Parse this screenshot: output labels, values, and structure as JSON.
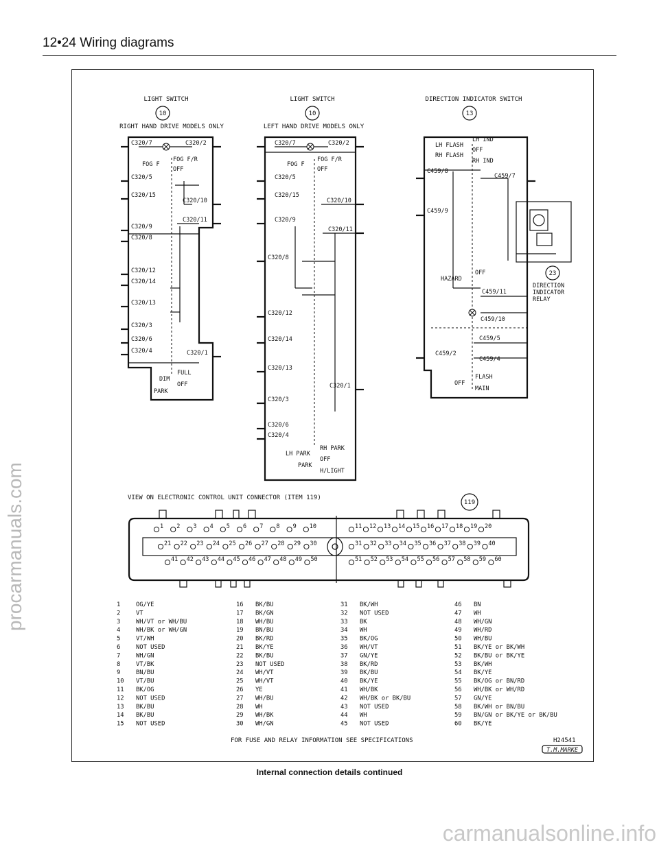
{
  "header": {
    "page_ref": "12•24",
    "section": "Wiring diagrams"
  },
  "caption": "Internal connection details continued",
  "watermarks": {
    "side": "procarmanuals.com",
    "footer": "carmanualsonline.info"
  },
  "panels": {
    "light_switch_rhd": {
      "title": "LIGHT SWITCH",
      "item": "10",
      "subtitle": "RIGHT HAND DRIVE MODELS ONLY",
      "labels": [
        "C320/7",
        "C320/2",
        "FOG F/R",
        "FOG F",
        "OFF",
        "C320/5",
        "C320/15",
        "C320/10",
        "C320/11",
        "C320/9",
        "C320/8",
        "C320/12",
        "C320/14",
        "C320/13",
        "C320/3",
        "C320/6",
        "C320/4",
        "C320/1",
        "FULL",
        "DIM",
        "OFF",
        "PARK"
      ]
    },
    "light_switch_lhd": {
      "title": "LIGHT SWITCH",
      "item": "10",
      "subtitle": "LEFT HAND DRIVE MODELS ONLY",
      "labels": [
        "C320/7",
        "C320/2",
        "FOG F/R",
        "FOG F",
        "OFF",
        "C320/5",
        "C320/15",
        "C320/10",
        "C320/9",
        "C320/11",
        "C320/8",
        "C320/12",
        "C320/14",
        "C320/13",
        "C320/1",
        "C320/3",
        "C320/6",
        "C320/4",
        "RH PARK",
        "LH PARK",
        "OFF",
        "PARK",
        "H/LIGHT"
      ]
    },
    "direction_indicator_switch": {
      "title": "DIRECTION INDICATOR SWITCH",
      "item": "13",
      "labels": [
        "LH IND",
        "LH FLASH",
        "OFF",
        "RH FLASH",
        "RH IND",
        "C459/8",
        "C459/7",
        "C459/9",
        "HAZARD",
        "OFF",
        "C459/11",
        "C459/10",
        "C459/5",
        "C459/2",
        "C459/4",
        "FLASH",
        "OFF",
        "MAIN"
      ],
      "relay": {
        "item": "23",
        "label": "DIRECTION INDICATOR RELAY"
      }
    }
  },
  "connector": {
    "title": "VIEW ON ELECTRONIC CONTROL UNIT CONNECTOR (ITEM 119)",
    "item": "119",
    "row1": [
      "1",
      "2",
      "3",
      "4",
      "5",
      "6",
      "7",
      "8",
      "9",
      "10",
      "11",
      "12",
      "13",
      "14",
      "15",
      "16",
      "17",
      "18",
      "19",
      "20"
    ],
    "row2": [
      "21",
      "22",
      "23",
      "24",
      "25",
      "26",
      "27",
      "28",
      "29",
      "30",
      "31",
      "32",
      "33",
      "34",
      "35",
      "36",
      "37",
      "38",
      "39",
      "40"
    ],
    "row3": [
      "41",
      "42",
      "43",
      "44",
      "45",
      "46",
      "47",
      "48",
      "49",
      "50",
      "51",
      "52",
      "53",
      "54",
      "55",
      "56",
      "57",
      "58",
      "59",
      "60"
    ]
  },
  "pin_colours": [
    [
      [
        "1",
        "OG/YE"
      ],
      [
        "2",
        "VT"
      ],
      [
        "3",
        "WH/VT or WH/BU"
      ],
      [
        "4",
        "WH/BK or WH/GN"
      ],
      [
        "5",
        "VT/WH"
      ],
      [
        "6",
        "NOT USED"
      ],
      [
        "7",
        "WH/GN"
      ],
      [
        "8",
        "VT/BK"
      ],
      [
        "9",
        "BN/BU"
      ],
      [
        "10",
        "VT/BU"
      ],
      [
        "11",
        "BK/OG"
      ],
      [
        "12",
        "NOT USED"
      ],
      [
        "13",
        "BK/BU"
      ],
      [
        "14",
        "BK/BU"
      ],
      [
        "15",
        "NOT USED"
      ]
    ],
    [
      [
        "16",
        "BK/BU"
      ],
      [
        "17",
        "BK/GN"
      ],
      [
        "18",
        "WH/BU"
      ],
      [
        "19",
        "BN/BU"
      ],
      [
        "20",
        "BK/RD"
      ],
      [
        "21",
        "BK/YE"
      ],
      [
        "22",
        "BK/BU"
      ],
      [
        "23",
        "NOT USED"
      ],
      [
        "24",
        "WH/VT"
      ],
      [
        "25",
        "WH/VT"
      ],
      [
        "26",
        "YE"
      ],
      [
        "27",
        "WH/BU"
      ],
      [
        "28",
        "WH"
      ],
      [
        "29",
        "WH/BK"
      ],
      [
        "30",
        "WH/GN"
      ]
    ],
    [
      [
        "31",
        "BK/WH"
      ],
      [
        "32",
        "NOT USED"
      ],
      [
        "33",
        "BK"
      ],
      [
        "34",
        "WH"
      ],
      [
        "35",
        "BK/OG"
      ],
      [
        "36",
        "WH/VT"
      ],
      [
        "37",
        "GN/YE"
      ],
      [
        "38",
        "BK/RD"
      ],
      [
        "39",
        "BK/BU"
      ],
      [
        "40",
        "BK/YE"
      ],
      [
        "41",
        "WH/BK"
      ],
      [
        "42",
        "WH/BK or BK/BU"
      ],
      [
        "43",
        "NOT USED"
      ],
      [
        "44",
        "WH"
      ],
      [
        "45",
        "NOT USED"
      ]
    ],
    [
      [
        "46",
        "BN"
      ],
      [
        "47",
        "WH"
      ],
      [
        "48",
        "WH/GN"
      ],
      [
        "49",
        "WH/RD"
      ],
      [
        "50",
        "WH/BU"
      ],
      [
        "51",
        "BK/YE or BK/WH"
      ],
      [
        "52",
        "BK/BU or BK/YE"
      ],
      [
        "53",
        "BK/WH"
      ],
      [
        "54",
        "BK/YE"
      ],
      [
        "55",
        "BK/OG or BN/RD"
      ],
      [
        "56",
        "WH/BK or WH/RD"
      ],
      [
        "57",
        "GN/YE"
      ],
      [
        "58",
        "BK/WH or BN/BU"
      ],
      [
        "59",
        "BN/GN or BK/YE or BK/BU"
      ],
      [
        "60",
        "BK/YE"
      ]
    ]
  ],
  "footer_note": "FOR FUSE AND RELAY INFORMATION SEE SPECIFICATIONS",
  "ref_code": "H24541",
  "artist": "T.M.MARKE"
}
